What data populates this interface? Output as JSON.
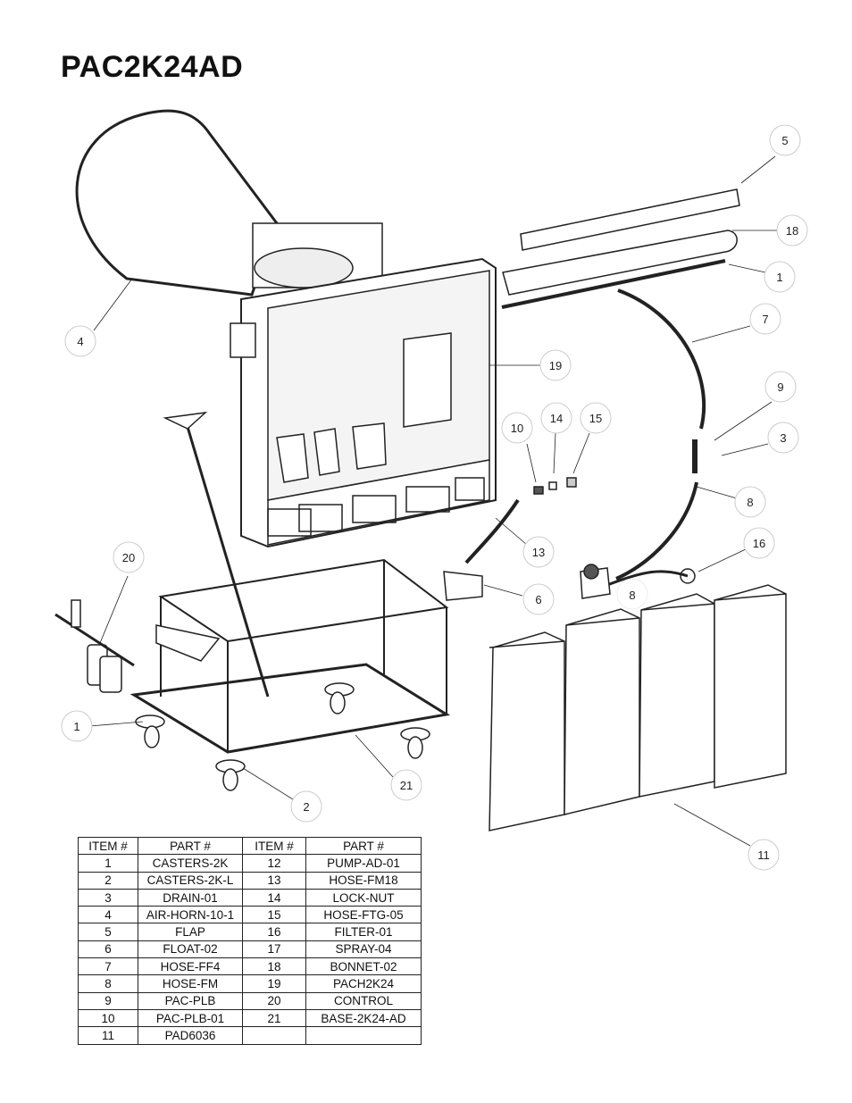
{
  "title": "PAC2K24AD",
  "callouts": [
    "5",
    "18",
    "1",
    "7",
    "9",
    "3",
    "4",
    "19",
    "10",
    "14",
    "15",
    "8",
    "16",
    "13",
    "6",
    "8",
    "20",
    "1",
    "21",
    "2",
    "11"
  ],
  "table": {
    "headers": [
      "ITEM #",
      "PART #",
      "ITEM #",
      "PART #"
    ],
    "rows": [
      [
        "1",
        "CASTERS-2K",
        "12",
        "PUMP-AD-01"
      ],
      [
        "2",
        "CASTERS-2K-L",
        "13",
        "HOSE-FM18"
      ],
      [
        "3",
        "DRAIN-01",
        "14",
        "LOCK-NUT"
      ],
      [
        "4",
        "AIR-HORN-10-1",
        "15",
        "HOSE-FTG-05"
      ],
      [
        "5",
        "FLAP",
        "16",
        "FILTER-01"
      ],
      [
        "6",
        "FLOAT-02",
        "17",
        "SPRAY-04"
      ],
      [
        "7",
        "HOSE-FF4",
        "18",
        "BONNET-02"
      ],
      [
        "8",
        "HOSE-FM",
        "19",
        "PACH2K24"
      ],
      [
        "9",
        "PAC-PLB",
        "20",
        "CONTROL"
      ],
      [
        "10",
        "PAC-PLB-01",
        "21",
        "BASE-2K24-AD"
      ],
      [
        "11",
        "PAD6036",
        "",
        ""
      ]
    ]
  }
}
